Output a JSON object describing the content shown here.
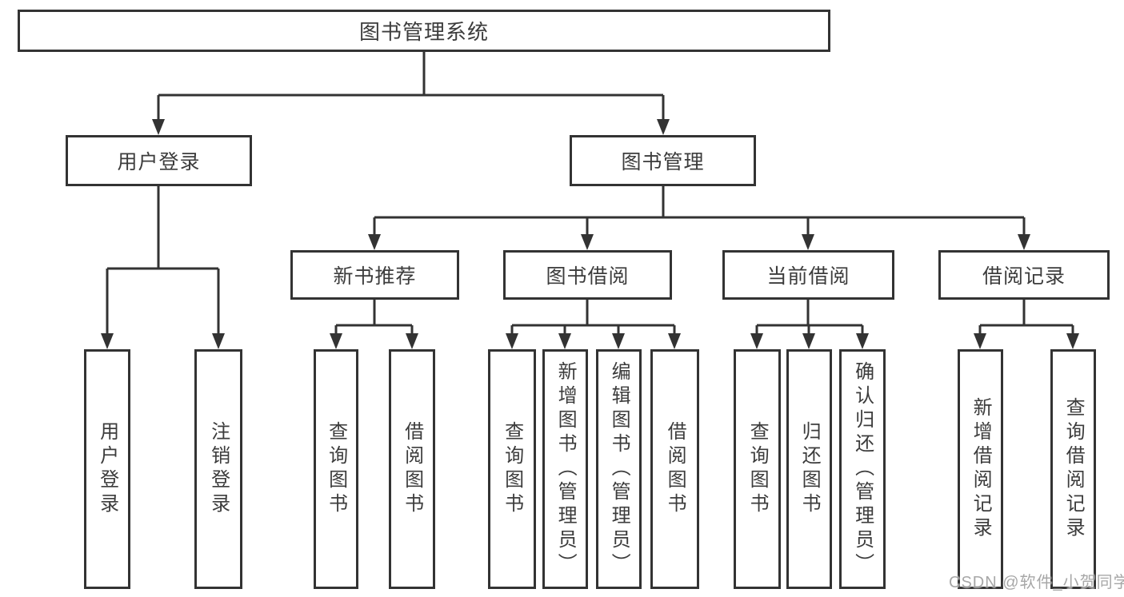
{
  "diagram": {
    "root": {
      "label": "图书管理系统",
      "children": [
        {
          "label": "用户登录",
          "children": [
            {
              "label": "用户登录"
            },
            {
              "label": "注销登录"
            }
          ]
        },
        {
          "label": "图书管理",
          "children": [
            {
              "label": "新书推荐",
              "children": [
                {
                  "label": "查询图书"
                },
                {
                  "label": "借阅图书"
                }
              ]
            },
            {
              "label": "图书借阅",
              "children": [
                {
                  "label": "查询图书"
                },
                {
                  "label": "新增图书（管理员）"
                },
                {
                  "label": "编辑图书（管理员）"
                },
                {
                  "label": "借阅图书"
                }
              ]
            },
            {
              "label": "当前借阅",
              "children": [
                {
                  "label": "查询图书"
                },
                {
                  "label": "归还图书"
                },
                {
                  "label": "确认归还（管理员）"
                }
              ]
            },
            {
              "label": "借阅记录",
              "children": [
                {
                  "label": "新增借阅记录"
                },
                {
                  "label": "查询借阅记录"
                }
              ]
            }
          ]
        }
      ]
    }
  },
  "watermark": {
    "text": "CSDN @软件_小贺同学"
  },
  "colors": {
    "line": "#333333",
    "text": "#3c3c3c",
    "bg": "#ffffff",
    "watermark": "#a0a0a0"
  }
}
